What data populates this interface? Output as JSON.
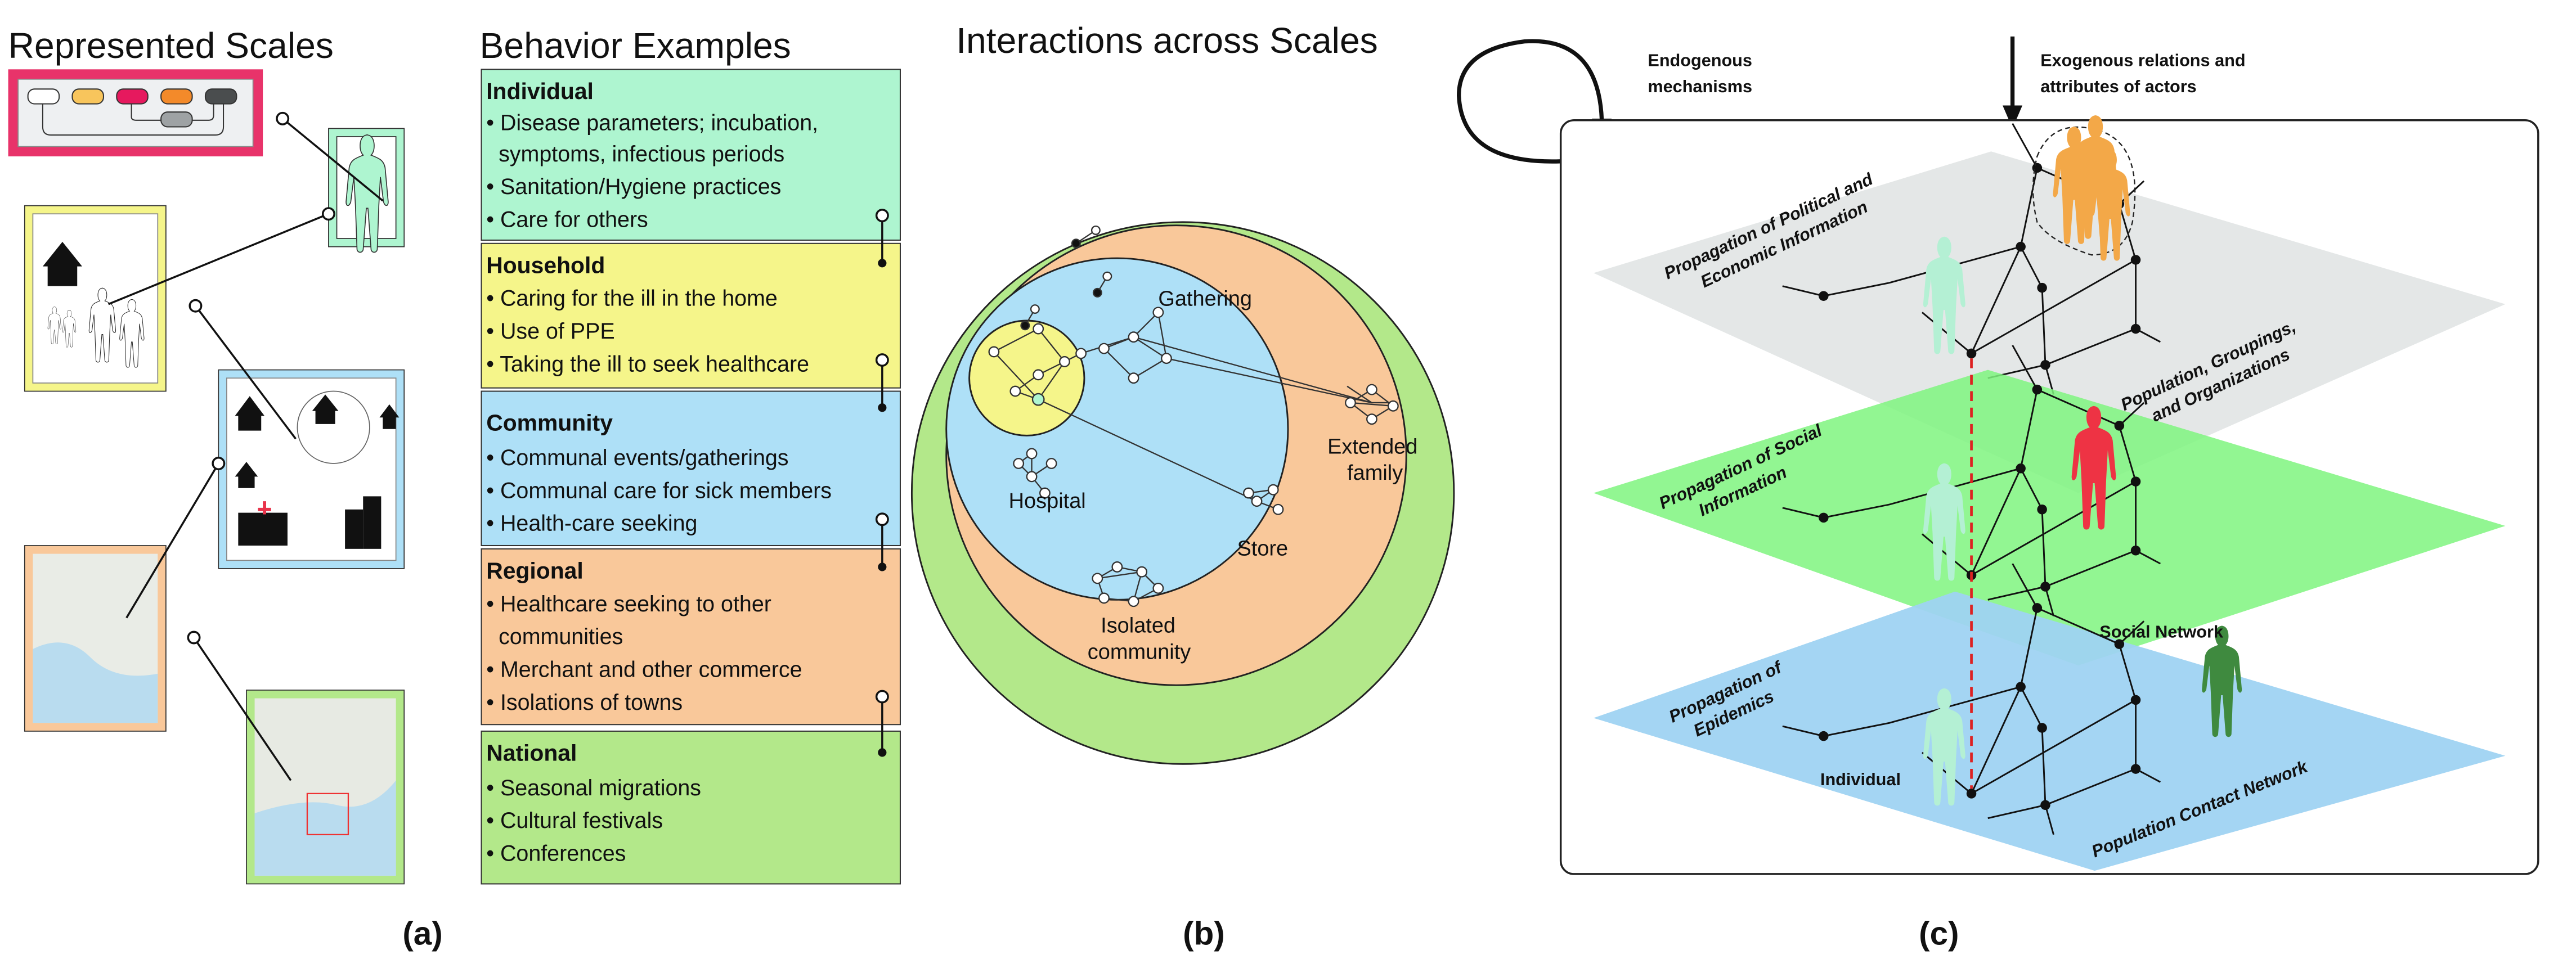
{
  "panel_a": {
    "title_scales": "Represented Scales",
    "title_behavior": "Behavior Examples",
    "caption": "(a)",
    "boxes": [
      {
        "title": "Individual",
        "color": "#aef5d0",
        "items": [
          "• Disease parameters; incubation,",
          "  symptoms, infectious periods",
          "• Sanitation/Hygiene practices",
          "• Care for others"
        ]
      },
      {
        "title": "Household",
        "color": "#f5f58a",
        "items": [
          "• Caring for the ill in the home",
          "• Use of PPE",
          "• Taking the ill to seek healthcare"
        ]
      },
      {
        "title": "Community",
        "color": "#aee0f7",
        "items": [
          "• Communal events/gatherings",
          "• Communal care for sick members",
          "• Health-care seeking"
        ]
      },
      {
        "title": "Regional",
        "color": "#f9c89a",
        "items": [
          "• Healthcare seeking to other",
          "  communities",
          "• Merchant and other commerce",
          "• Isolations of towns"
        ]
      },
      {
        "title": "National",
        "color": "#b3e88a",
        "items": [
          "• Seasonal migrations",
          "• Cultural festivals",
          "• Conferences"
        ]
      }
    ]
  },
  "panel_b": {
    "title": "Interactions across Scales",
    "caption": "(b)",
    "labels": {
      "gathering": "Gathering",
      "hospital": "Hospital",
      "store": "Store",
      "extended_1": "Extended",
      "extended_2": "family",
      "isolated_1": "Isolated",
      "isolated_2": "community"
    }
  },
  "panel_c": {
    "caption": "(c)",
    "endogenous_1": "Endogenous",
    "endogenous_2": "mechanisms",
    "exogenous_1": "Exogenous relations and",
    "exogenous_2": "attributes of actors",
    "layer_political_1": "Propagation of Political and",
    "layer_political_2": "Economic Information",
    "population_1": "Population, Groupings,",
    "population_2": "and Organizations",
    "layer_social_1": "Propagation of Social",
    "layer_social_2": "Information",
    "social_network": "Social Network",
    "layer_epidemics_1": "Propagation of",
    "layer_epidemics_2": "Epidemics",
    "individual": "Individual",
    "contact_network": "Population Contact Network",
    "colors": {
      "political_plane": "#e3e6e6",
      "social_plane": "#7ff57f",
      "epidemic_plane": "#9fd3f2",
      "group": "#f3a848",
      "infected": "#ee3344",
      "individual": "#b4f0d4",
      "dark_person": "#3f8a3f"
    }
  }
}
